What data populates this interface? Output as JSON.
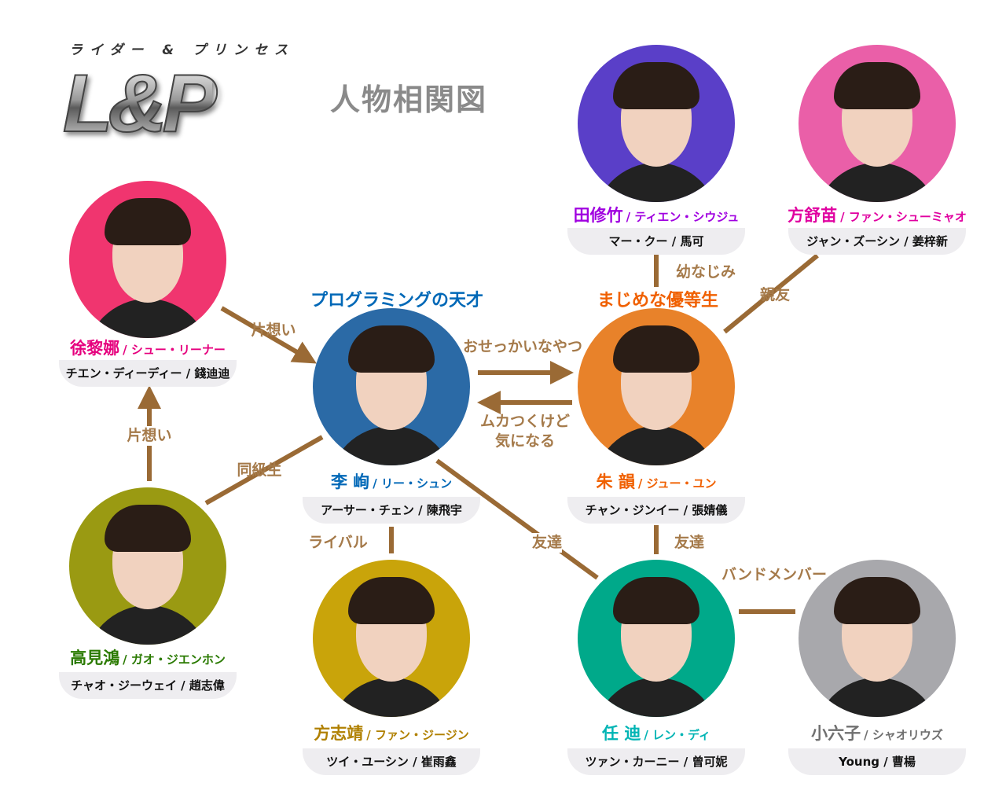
{
  "header": {
    "logo_subtitle": "ライダー & プリンセス",
    "logo_text": "L&P",
    "title": "人物相関図"
  },
  "tags": {
    "li_xun": "プログラミングの天才",
    "zhu_yun": "まじめな優等生"
  },
  "characters": {
    "xu_lina": {
      "name": "徐黎娜",
      "kana": "/ シュー・リーナー",
      "actor": "チエン・ディーディー / 錢迪迪",
      "color": "#e6007e",
      "bg": "#f0356f"
    },
    "li_xun": {
      "name": "李 峋",
      "kana": "/ リー・シュン",
      "actor": "アーサー・チェン / 陳飛宇",
      "color": "#0068b7",
      "bg": "#2b6aa6"
    },
    "zhu_yun": {
      "name": "朱 韻",
      "kana": "/ ジュー・ユン",
      "actor": "チャン・ジンイー / 張婧儀",
      "color": "#f06000",
      "bg": "#e8822a"
    },
    "tian_xiuzhu": {
      "name": "田修竹",
      "kana": "/ ティエン・シウジュ",
      "actor": "マー・クー / 馬可",
      "color": "#a000e0",
      "bg": "#5a3fc8"
    },
    "fang_shumiao": {
      "name": "方舒苗",
      "kana": "/ ファン・シューミャオ",
      "actor": "ジャン・ズーシン / 姜梓新",
      "color": "#e000a0",
      "bg": "#ea5fa8"
    },
    "gao_jianhong": {
      "name": "高見鴻",
      "kana": "/ ガオ・ジエンホン",
      "actor": "チャオ・ジーウェイ / 趙志偉",
      "color": "#2a7a00",
      "bg": "#9a9a12"
    },
    "fang_zhijing": {
      "name": "方志靖",
      "kana": "/ ファン・ジージン",
      "actor": "ツイ・ユーシン / 崔雨鑫",
      "color": "#b08000",
      "bg": "#c9a40a"
    },
    "ren_di": {
      "name": "任 迪",
      "kana": "/ レン・ディ",
      "actor": "ツァン・カーニー / 曾可妮",
      "color": "#00b4b4",
      "bg": "#00a98a"
    },
    "xiao_liuzi": {
      "name": "小六子",
      "kana": "/ シャオリウズ",
      "actor": "Young / 曹楊",
      "color": "#707070",
      "bg": "#a8a8ac"
    }
  },
  "relations": {
    "xu_to_li": "片想い",
    "gao_to_xu": "片想い",
    "gao_li": "同級生",
    "li_to_zhu": "おせっかいなやつ",
    "zhu_to_li_1": "ムカつくけど",
    "zhu_to_li_2": "気になる",
    "li_fang": "ライバル",
    "li_ren": "友達",
    "zhu_ren": "友達",
    "tian_zhu": "幼なじみ",
    "fang_zhu": "親友",
    "ren_xiao": "バンドメンバー"
  },
  "colors": {
    "line": "#9a6a35"
  }
}
